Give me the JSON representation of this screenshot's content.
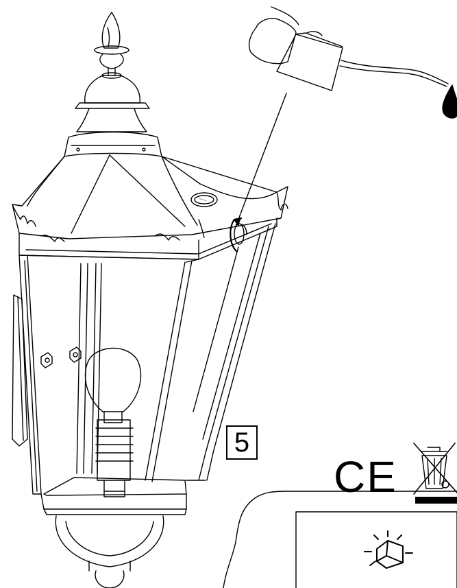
{
  "step": {
    "number": "5"
  },
  "marks": {
    "ce": "CE"
  },
  "icons": {
    "lamp": "wall-lantern-illustration",
    "bulb": "light-bulb-icon",
    "oil_can": "oil-can-icon",
    "oil_drop": "oil-drop-icon",
    "rotation": "rotation-arrow-icon",
    "weee": "crossed-out-wheelie-bin-icon",
    "indoor_use": "house-light-icon"
  },
  "colors": {
    "ink": "#000000",
    "paper": "#ffffff"
  }
}
